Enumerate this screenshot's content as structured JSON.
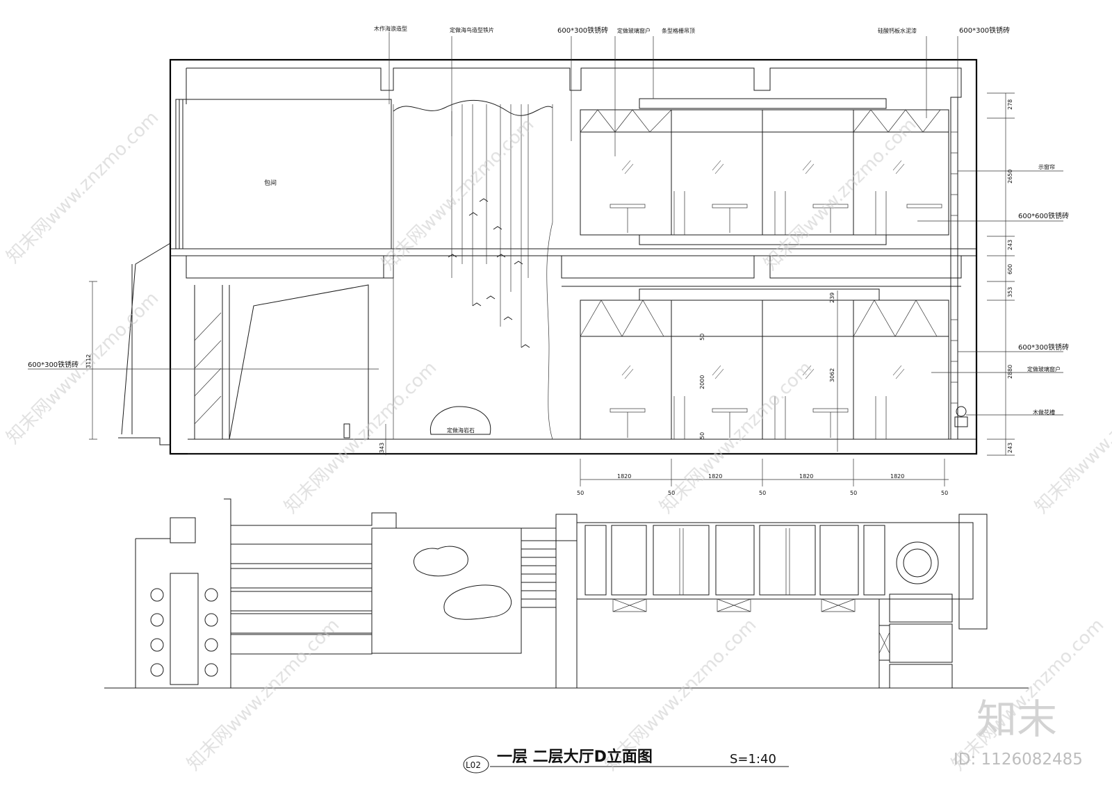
{
  "callouts_top": {
    "wood_wave": "木作海浪造型",
    "seagull_iron": "定做海鸟造型铁片",
    "tile_600x300_a": "600*300铁锈砖",
    "glass_window_a": "定做玻璃窗户",
    "strip_ceiling": "条型格栅吊顶",
    "calcium_board": "硅酸钙板水泥漆",
    "tile_600x300_b": "600*300铁锈砖"
  },
  "callouts_right": {
    "display_window": "示窗帘",
    "tile_600x600": "600*600铁锈砖",
    "tile_600x300_c": "600*300铁锈砖",
    "glass_window_b": "定做玻璃窗户",
    "wood_planter": "木做花槽"
  },
  "callouts_left": {
    "tile_600x300_left": "600*300铁锈砖"
  },
  "room_labels": {
    "private_room": "包间",
    "sea_rock": "定做海岩石"
  },
  "dims_right": [
    "278",
    "2650",
    "243",
    "600",
    "353",
    "2880",
    "243"
  ],
  "dims_inner": [
    "239",
    "50",
    "2000",
    "3062",
    "50"
  ],
  "dim_left": "3112",
  "dim_floor_left": "343",
  "dims_bottom": [
    "1820",
    "1820",
    "1820",
    "1820"
  ],
  "dims_bottom_small": [
    "50",
    "50",
    "50",
    "50",
    "50"
  ],
  "title": {
    "badge": "L02",
    "text": "一层  二层大厅D立面图",
    "scale": "S=1:40"
  },
  "brand": {
    "logo_text": "知末",
    "id_text": "ID: 1126082485",
    "watermark": "知末网www.znzmo.com"
  }
}
